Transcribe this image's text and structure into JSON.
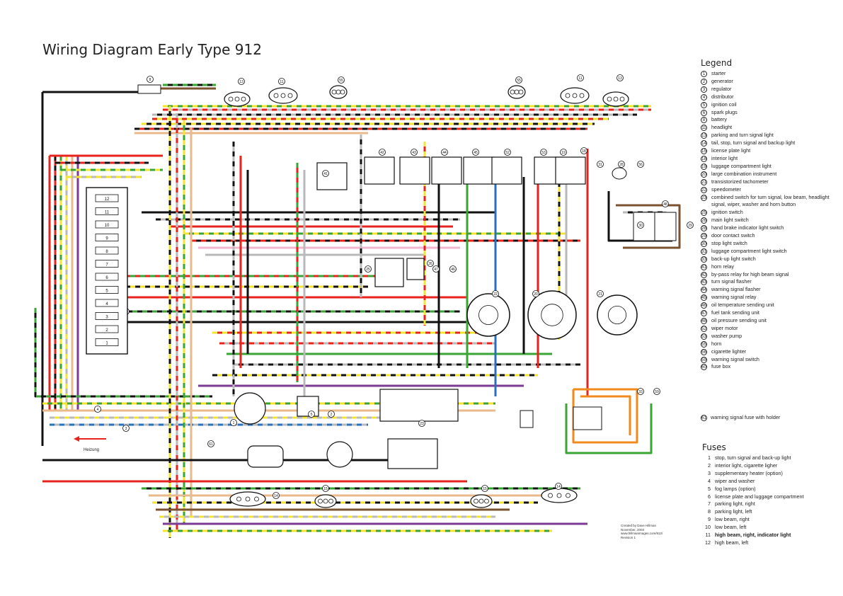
{
  "title": "Wiring Diagram Early Type 912",
  "legend": {
    "title": "Legend",
    "items": [
      {
        "n": "1",
        "label": "starter"
      },
      {
        "n": "2",
        "label": "generator"
      },
      {
        "n": "3",
        "label": "regulator"
      },
      {
        "n": "4",
        "label": "distributor"
      },
      {
        "n": "5",
        "label": "ignition coil"
      },
      {
        "n": "6",
        "label": "spark plugs"
      },
      {
        "n": "8",
        "label": "battery"
      },
      {
        "n": "11",
        "label": "headlight"
      },
      {
        "n": "13",
        "label": "parking and turn signal light"
      },
      {
        "n": "14",
        "label": "tail, stop, turn signal and backup light"
      },
      {
        "n": "15",
        "label": "license plate light"
      },
      {
        "n": "18",
        "label": "interior light"
      },
      {
        "n": "19",
        "label": "luggage compartment light"
      },
      {
        "n": "20",
        "label": "large combination instrument"
      },
      {
        "n": "21",
        "label": "transistorized tachometer"
      },
      {
        "n": "22",
        "label": "speedometer"
      },
      {
        "n": "23",
        "label": "combined switch for turn signal, low beam, headlight signal, wiper, washer and horn button"
      },
      {
        "n": "25",
        "label": "ignition switch"
      },
      {
        "n": "26",
        "label": "main light switch"
      },
      {
        "n": "28",
        "label": "hand brake indicator light switch"
      },
      {
        "n": "29",
        "label": "door contact switch"
      },
      {
        "n": "30",
        "label": "stop light switch"
      },
      {
        "n": "31",
        "label": "luggage compartment light switch"
      },
      {
        "n": "33",
        "label": "back-up light switch"
      },
      {
        "n": "41",
        "label": "horn relay"
      },
      {
        "n": "42",
        "label": "by-pass relay for high beam signal"
      },
      {
        "n": "43",
        "label": "turn signal flasher"
      },
      {
        "n": "44",
        "label": "warning signal flasher"
      },
      {
        "n": "45",
        "label": "warning signal relay"
      },
      {
        "n": "46",
        "label": "oil temperature sending unit"
      },
      {
        "n": "47",
        "label": "fuel tank sending unit"
      },
      {
        "n": "48",
        "label": "oil pressure sending unit"
      },
      {
        "n": "52",
        "label": "wiper motor"
      },
      {
        "n": "53",
        "label": "washer pump"
      },
      {
        "n": "55",
        "label": "horn"
      },
      {
        "n": "56",
        "label": "cigarette lighter"
      },
      {
        "n": "59",
        "label": "warning signal switch"
      },
      {
        "n": "60",
        "label": "fuse box"
      }
    ]
  },
  "fuse_holder": {
    "n": "61",
    "label": "warning signal fuse with holder"
  },
  "fuses": {
    "title": "Fuses",
    "items": [
      {
        "n": "1",
        "label": "stop, turn signal and back-up light"
      },
      {
        "n": "2",
        "label": "interior light, cigarette ligher"
      },
      {
        "n": "3",
        "label": "supplementary heater (option)"
      },
      {
        "n": "4",
        "label": "wiper and washer"
      },
      {
        "n": "5",
        "label": "fog lamps (option)"
      },
      {
        "n": "6",
        "label": "license plate and luggage compartment"
      },
      {
        "n": "7",
        "label": "parking light, right"
      },
      {
        "n": "8",
        "label": "parking light, left"
      },
      {
        "n": "9",
        "label": "low beam, right"
      },
      {
        "n": "10",
        "label": "low beam, left"
      },
      {
        "n": "11",
        "label": "high beam, right, indicator light"
      },
      {
        "n": "12",
        "label": "high beam, left"
      }
    ]
  },
  "fusebox_labels": [
    "12",
    "11",
    "10",
    "9",
    "8",
    "7",
    "6",
    "5",
    "4",
    "3",
    "2",
    "1"
  ],
  "credits": [
    "Created by Dave Hillman",
    "November, 2003",
    "www.hillmanimages.com/912/",
    "Revision 1"
  ],
  "heizung": "Heizung",
  "component_callouts": {
    "battery": "8",
    "front_left_parking": "13",
    "front_left_headlight": "11",
    "front_left_horn": "55",
    "front_right_horn": "55",
    "front_right_headlight": "11",
    "front_right_parking": "13",
    "rear_left_tail": "14",
    "rear_left_plate": "15",
    "rear_right_plate": "15",
    "rear_right_tail": "14",
    "fusebox": "60",
    "fuse_holder": "61",
    "relay_horn": "41",
    "relay_bypass": "42",
    "flasher_turn": "43",
    "flasher_warn": "44",
    "relay_warn": "45",
    "wiper": "52",
    "washer": "53",
    "speedometer": "22",
    "large_instrument": "20",
    "tachometer": "21",
    "ignition_switch": "25",
    "main_light": "26",
    "combined_switch": "23",
    "interior_light": "18",
    "luggage_light": "19",
    "starter": "1",
    "generator": "2",
    "regulator": "3",
    "distributor": "4",
    "coil": "5",
    "oil_temp": "46",
    "fuel_tank": "47",
    "oil_press": "48",
    "lighter": "56",
    "warn_switch": "59",
    "door_contact": "29",
    "stop_light": "30",
    "backup_light": "33",
    "handbrake": "28",
    "luggage_switch": "31"
  },
  "colors": {
    "red": "#e8231e",
    "black": "#111111",
    "green": "#3aa535",
    "yellow": "#f3e433",
    "blue": "#2a6fb7",
    "gray": "#b9b9b9",
    "brown": "#7a5230",
    "tan": "#e8b98a",
    "purple": "#7b3a96",
    "orange": "#f08a1c",
    "teal": "#1f96a6",
    "pink": "#f3b5cf",
    "lavender": "#a9a3d6"
  }
}
